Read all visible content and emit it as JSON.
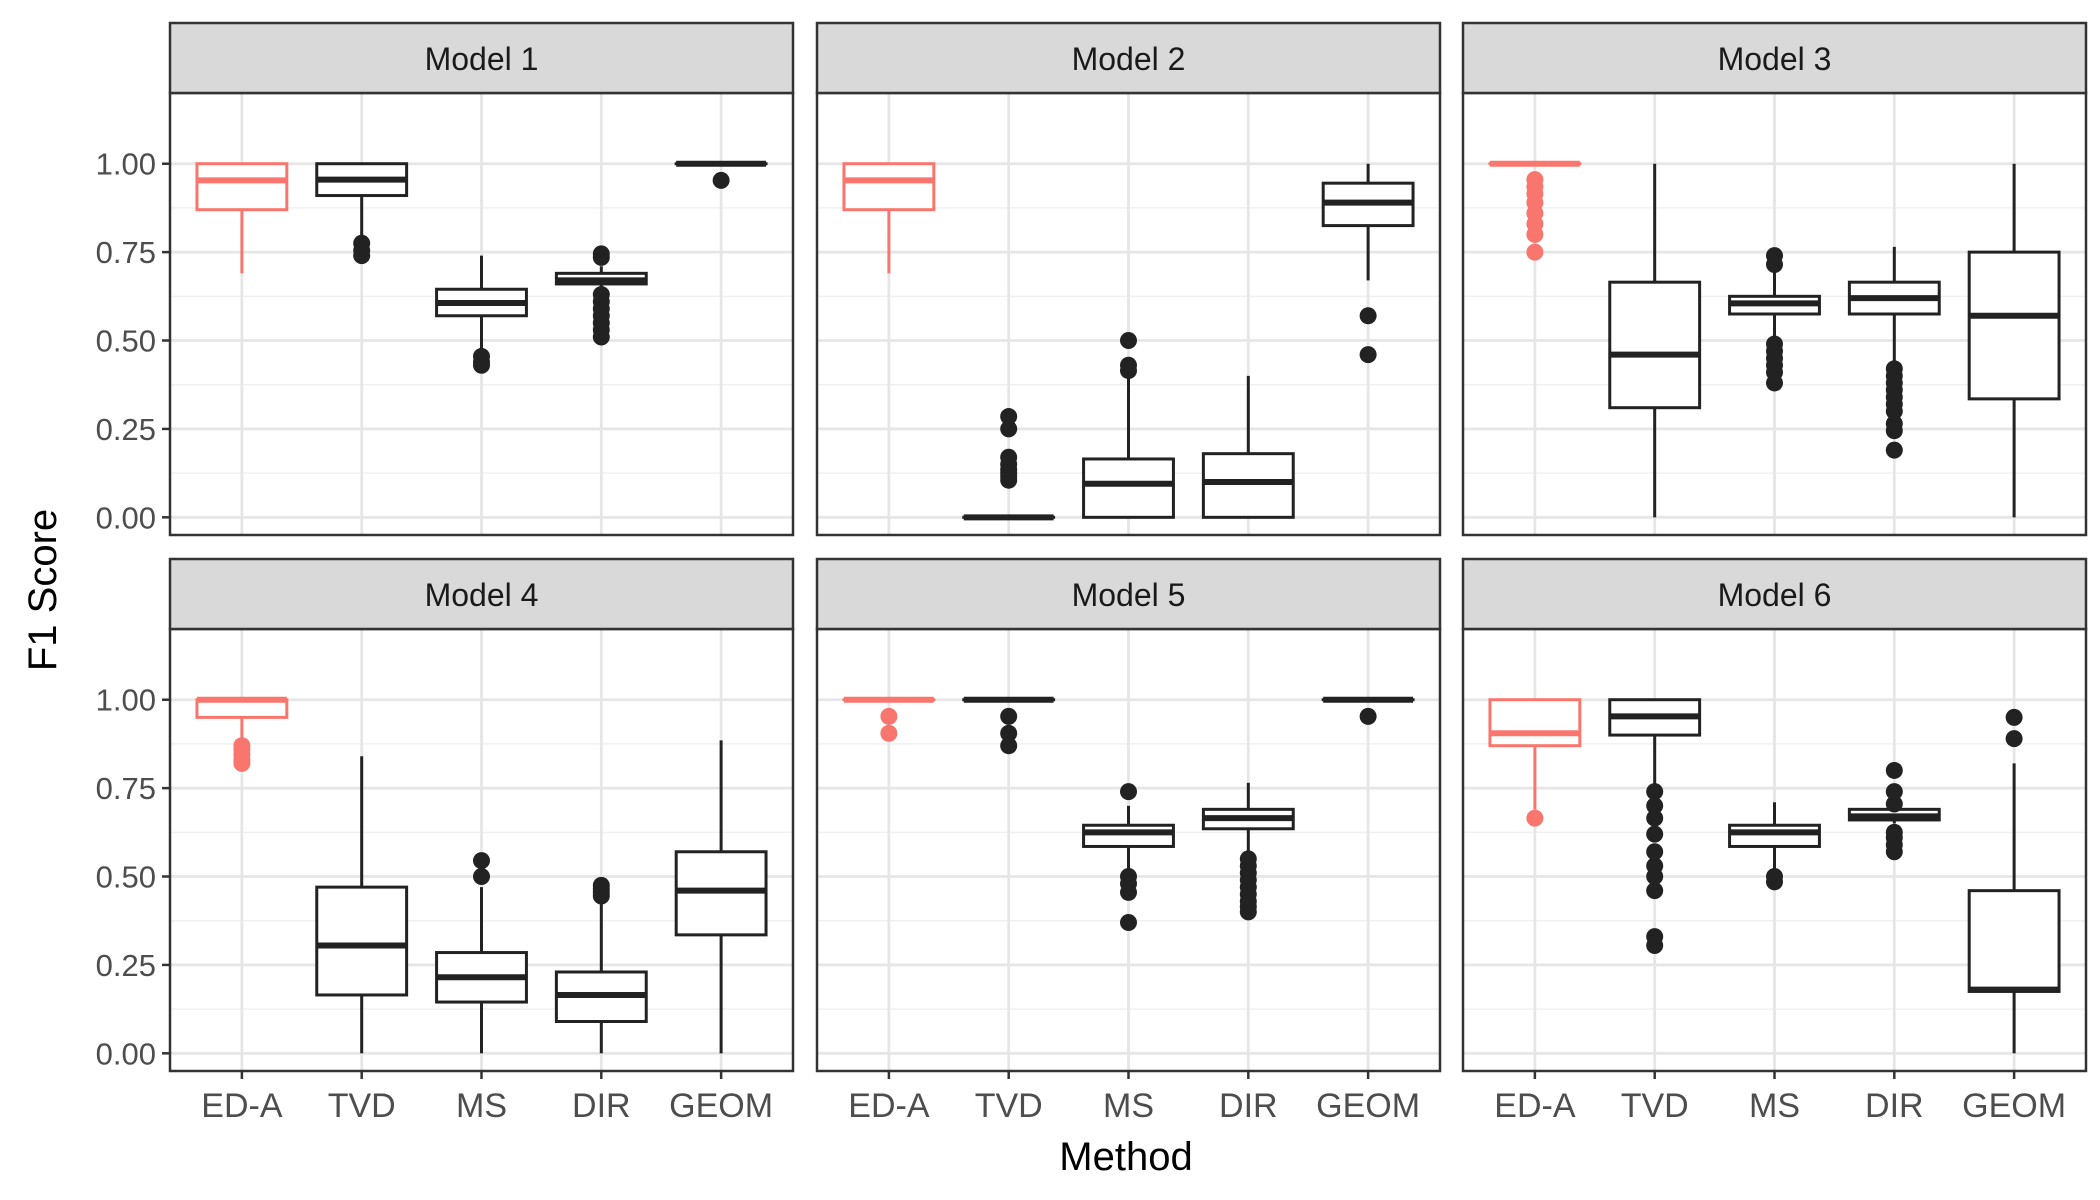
{
  "chart_data": {
    "type": "boxplot",
    "xlabel": "Method",
    "ylabel": "F1 Score",
    "categories": [
      "ED-A",
      "TVD",
      "MS",
      "DIR",
      "GEOM"
    ],
    "highlight_category": "ED-A",
    "highlight_color": "#F8766D",
    "default_color": "#222222",
    "ylim": [
      -0.05,
      1.2
    ],
    "yticks": [
      0.0,
      0.25,
      0.5,
      0.75,
      1.0
    ],
    "ytick_labels": [
      "0.00",
      "0.25",
      "0.50",
      "0.75",
      "1.00"
    ],
    "grid": true,
    "layout": {
      "rows": 2,
      "cols": 3
    },
    "panels": [
      {
        "title": "Model 1",
        "boxes": [
          {
            "method": "ED-A",
            "q1": 0.87,
            "median": 0.953,
            "q3": 1.0,
            "whisker_low": 0.69,
            "whisker_high": 1.0,
            "outliers": []
          },
          {
            "method": "TVD",
            "q1": 0.91,
            "median": 0.955,
            "q3": 1.0,
            "whisker_low": 0.79,
            "whisker_high": 1.0,
            "outliers": [
              0.74,
              0.755,
              0.775
            ]
          },
          {
            "method": "MS",
            "q1": 0.57,
            "median": 0.606,
            "q3": 0.645,
            "whisker_low": 0.47,
            "whisker_high": 0.74,
            "outliers": [
              0.43,
              0.44,
              0.455
            ]
          },
          {
            "method": "DIR",
            "q1": 0.66,
            "median": 0.67,
            "q3": 0.69,
            "whisker_low": 0.65,
            "whisker_high": 0.71,
            "outliers": [
              0.51,
              0.53,
              0.55,
              0.57,
              0.59,
              0.61,
              0.63,
              0.735,
              0.745
            ]
          },
          {
            "method": "GEOM",
            "q1": 1.0,
            "median": 1.0,
            "q3": 1.0,
            "whisker_low": 1.0,
            "whisker_high": 1.0,
            "outliers": [
              0.953
            ]
          }
        ]
      },
      {
        "title": "Model 2",
        "boxes": [
          {
            "method": "ED-A",
            "q1": 0.87,
            "median": 0.953,
            "q3": 1.0,
            "whisker_low": 0.69,
            "whisker_high": 1.0,
            "outliers": []
          },
          {
            "method": "TVD",
            "q1": 0.0,
            "median": 0.0,
            "q3": 0.0,
            "whisker_low": 0.0,
            "whisker_high": 0.0,
            "outliers": [
              0.105,
              0.115,
              0.125,
              0.135,
              0.15,
              0.17,
              0.25,
              0.285
            ]
          },
          {
            "method": "MS",
            "q1": 0.0,
            "median": 0.095,
            "q3": 0.165,
            "whisker_low": 0.0,
            "whisker_high": 0.4,
            "outliers": [
              0.415,
              0.43,
              0.5
            ]
          },
          {
            "method": "DIR",
            "q1": 0.0,
            "median": 0.1,
            "q3": 0.18,
            "whisker_low": 0.0,
            "whisker_high": 0.4,
            "outliers": []
          },
          {
            "method": "GEOM",
            "q1": 0.825,
            "median": 0.89,
            "q3": 0.945,
            "whisker_low": 0.67,
            "whisker_high": 1.0,
            "outliers": [
              0.46,
              0.57
            ]
          }
        ]
      },
      {
        "title": "Model 3",
        "boxes": [
          {
            "method": "ED-A",
            "q1": 1.0,
            "median": 1.0,
            "q3": 1.0,
            "whisker_low": 1.0,
            "whisker_high": 1.0,
            "outliers": [
              0.75,
              0.8,
              0.83,
              0.86,
              0.89,
              0.915,
              0.935,
              0.955
            ]
          },
          {
            "method": "TVD",
            "q1": 0.31,
            "median": 0.46,
            "q3": 0.665,
            "whisker_low": 0.0,
            "whisker_high": 1.0,
            "outliers": []
          },
          {
            "method": "MS",
            "q1": 0.575,
            "median": 0.605,
            "q3": 0.625,
            "whisker_low": 0.5,
            "whisker_high": 0.7,
            "outliers": [
              0.38,
              0.41,
              0.43,
              0.45,
              0.47,
              0.49,
              0.715,
              0.74
            ]
          },
          {
            "method": "DIR",
            "q1": 0.575,
            "median": 0.62,
            "q3": 0.665,
            "whisker_low": 0.43,
            "whisker_high": 0.765,
            "outliers": [
              0.19,
              0.245,
              0.265,
              0.3,
              0.32,
              0.34,
              0.36,
              0.38,
              0.4,
              0.42
            ]
          },
          {
            "method": "GEOM",
            "q1": 0.335,
            "median": 0.57,
            "q3": 0.75,
            "whisker_low": 0.0,
            "whisker_high": 1.0,
            "outliers": []
          }
        ]
      },
      {
        "title": "Model 4",
        "boxes": [
          {
            "method": "ED-A",
            "q1": 0.95,
            "median": 1.0,
            "q3": 1.0,
            "whisker_low": 0.885,
            "whisker_high": 1.0,
            "outliers": [
              0.82,
              0.83,
              0.845,
              0.86,
              0.87
            ]
          },
          {
            "method": "TVD",
            "q1": 0.165,
            "median": 0.305,
            "q3": 0.47,
            "whisker_low": 0.0,
            "whisker_high": 0.84,
            "outliers": []
          },
          {
            "method": "MS",
            "q1": 0.145,
            "median": 0.215,
            "q3": 0.285,
            "whisker_low": 0.0,
            "whisker_high": 0.47,
            "outliers": [
              0.5,
              0.545
            ]
          },
          {
            "method": "DIR",
            "q1": 0.09,
            "median": 0.165,
            "q3": 0.23,
            "whisker_low": 0.0,
            "whisker_high": 0.43,
            "outliers": [
              0.445,
              0.455,
              0.465,
              0.475
            ]
          },
          {
            "method": "GEOM",
            "q1": 0.335,
            "median": 0.46,
            "q3": 0.57,
            "whisker_low": 0.0,
            "whisker_high": 0.885,
            "outliers": []
          }
        ]
      },
      {
        "title": "Model 5",
        "boxes": [
          {
            "method": "ED-A",
            "q1": 1.0,
            "median": 1.0,
            "q3": 1.0,
            "whisker_low": 1.0,
            "whisker_high": 1.0,
            "outliers": [
              0.905,
              0.953
            ]
          },
          {
            "method": "TVD",
            "q1": 1.0,
            "median": 1.0,
            "q3": 1.0,
            "whisker_low": 1.0,
            "whisker_high": 1.0,
            "outliers": [
              0.87,
              0.905,
              0.953
            ]
          },
          {
            "method": "MS",
            "q1": 0.585,
            "median": 0.625,
            "q3": 0.645,
            "whisker_low": 0.52,
            "whisker_high": 0.7,
            "outliers": [
              0.37,
              0.455,
              0.48,
              0.5,
              0.74
            ]
          },
          {
            "method": "DIR",
            "q1": 0.635,
            "median": 0.665,
            "q3": 0.69,
            "whisker_low": 0.565,
            "whisker_high": 0.765,
            "outliers": [
              0.4,
              0.415,
              0.43,
              0.45,
              0.47,
              0.49,
              0.51,
              0.53,
              0.55
            ]
          },
          {
            "method": "GEOM",
            "q1": 1.0,
            "median": 1.0,
            "q3": 1.0,
            "whisker_low": 1.0,
            "whisker_high": 1.0,
            "outliers": [
              0.953
            ]
          }
        ]
      },
      {
        "title": "Model 6",
        "boxes": [
          {
            "method": "ED-A",
            "q1": 0.87,
            "median": 0.905,
            "q3": 1.0,
            "whisker_low": 0.69,
            "whisker_high": 1.0,
            "outliers": [
              0.665
            ]
          },
          {
            "method": "TVD",
            "q1": 0.9,
            "median": 0.953,
            "q3": 1.0,
            "whisker_low": 0.75,
            "whisker_high": 1.0,
            "outliers": [
              0.305,
              0.33,
              0.46,
              0.5,
              0.53,
              0.57,
              0.62,
              0.665,
              0.7,
              0.74
            ]
          },
          {
            "method": "MS",
            "q1": 0.585,
            "median": 0.625,
            "q3": 0.645,
            "whisker_low": 0.52,
            "whisker_high": 0.71,
            "outliers": [
              0.485,
              0.5
            ]
          },
          {
            "method": "DIR",
            "q1": 0.66,
            "median": 0.67,
            "q3": 0.69,
            "whisker_low": 0.65,
            "whisker_high": 0.71,
            "outliers": [
              0.57,
              0.59,
              0.61,
              0.625,
              0.705,
              0.74,
              0.8
            ]
          },
          {
            "method": "GEOM",
            "q1": 0.175,
            "median": 0.18,
            "q3": 0.46,
            "whisker_low": 0.0,
            "whisker_high": 0.82,
            "outliers": [
              0.89,
              0.95
            ]
          }
        ]
      }
    ]
  }
}
